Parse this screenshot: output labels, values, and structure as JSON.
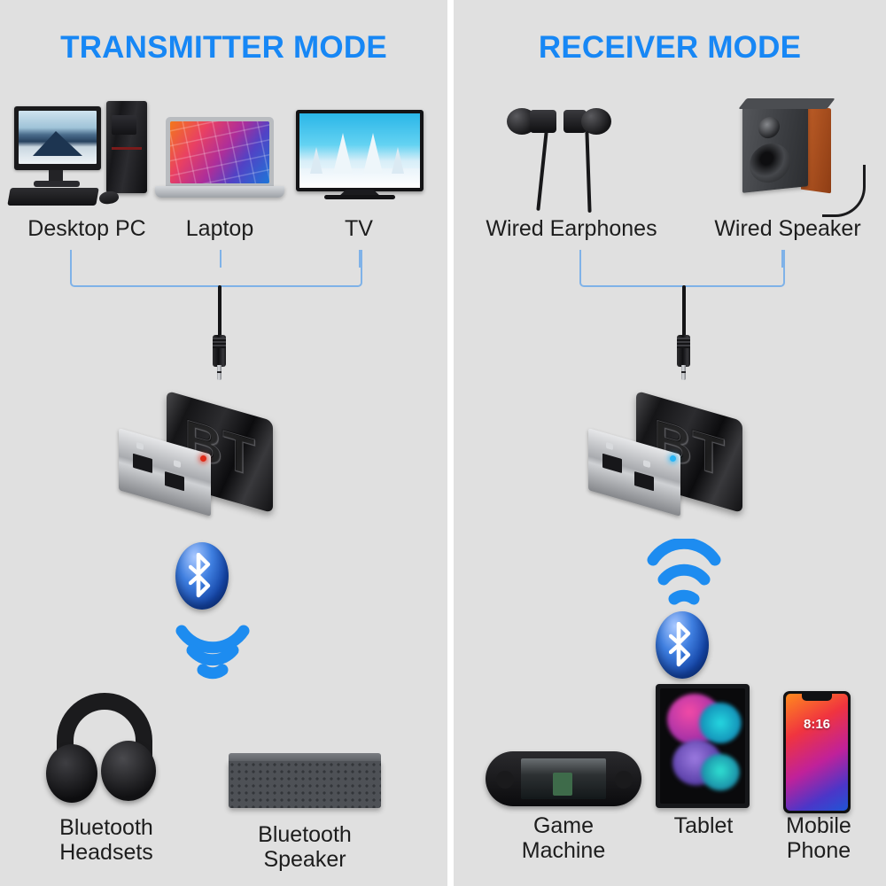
{
  "colors": {
    "background": "#e0e0e0",
    "title_blue": "#1787f5",
    "bracket_blue": "#7fb2e8",
    "wave_blue": "#1d8cf0",
    "label_text": "#1d1d1d",
    "led_transmitter": "#e02a18",
    "led_receiver": "#29b6f6",
    "divider": "#ffffff"
  },
  "left_panel": {
    "title": "TRANSMITTER MODE",
    "sources": [
      {
        "label": "Desktop PC",
        "icon": "desktop-pc-icon"
      },
      {
        "label": "Laptop",
        "icon": "laptop-icon"
      },
      {
        "label": "TV",
        "icon": "tv-icon"
      }
    ],
    "adapter": {
      "brand_text": "BT",
      "led_label": "red",
      "connector": "3.5mm-audio-jack"
    },
    "signal_order": [
      "bluetooth-logo",
      "wireless-waves-down"
    ],
    "targets": [
      {
        "label": "Bluetooth\nHeadsets",
        "icon": "bluetooth-headset-icon"
      },
      {
        "label": "Bluetooth\nSpeaker",
        "icon": "bluetooth-speaker-icon"
      }
    ]
  },
  "right_panel": {
    "title": "RECEIVER MODE",
    "sources": [
      {
        "label": "Wired Earphones",
        "icon": "wired-earphones-icon"
      },
      {
        "label": "Wired Speaker",
        "icon": "wired-speaker-icon"
      }
    ],
    "adapter": {
      "brand_text": "BT",
      "led_label": "blue",
      "connector": "3.5mm-audio-jack"
    },
    "signal_order": [
      "wireless-waves-up",
      "bluetooth-logo"
    ],
    "targets": [
      {
        "label": "Game\nMachine",
        "icon": "game-machine-icon"
      },
      {
        "label": "Tablet",
        "icon": "tablet-icon"
      },
      {
        "label": "Mobile\nPhone",
        "icon": "mobile-phone-icon"
      }
    ],
    "phone_screen": {
      "time": "8:16"
    }
  }
}
